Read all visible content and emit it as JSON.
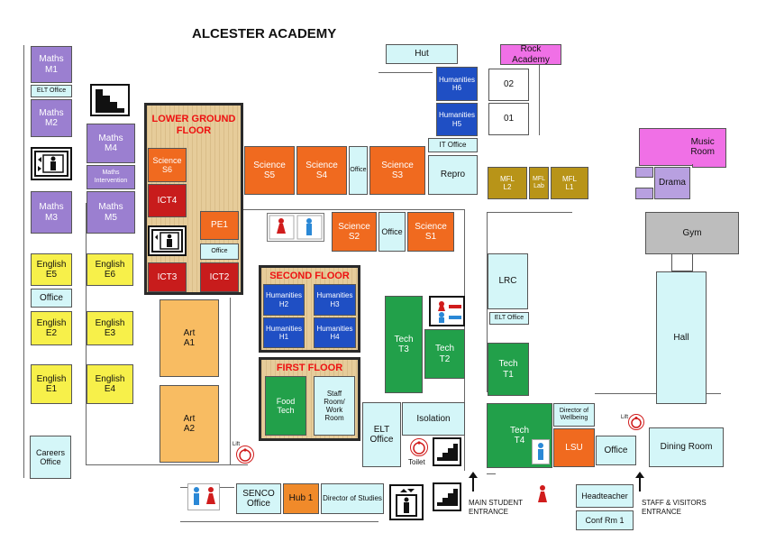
{
  "title": "ALCESTER ACADEMY",
  "zones": {
    "lower_ground": "LOWER GROUND\nFLOOR",
    "second_floor": "SECOND FLOOR",
    "first_floor": "FIRST FLOOR"
  },
  "rooms": {
    "maths_m1": "Maths\nM1",
    "elt_office_left": "ELT Office",
    "maths_m2": "Maths\nM2",
    "maths_m3": "Maths\nM3",
    "maths_m4": "Maths\nM4",
    "maths_intervention": "Maths\nIntervention",
    "maths_m5": "Maths\nM5",
    "english_e5": "English\nE5",
    "english_e6": "English\nE6",
    "office_left": "Office",
    "english_e2": "English\nE2",
    "english_e3": "English\nE3",
    "english_e1": "English\nE1",
    "english_e4": "English\nE4",
    "careers_office": "Careers\nOffice",
    "science_s6": "Science\nS6",
    "ict4": "ICT4",
    "pe1": "PE1",
    "office_lg": "Office",
    "ict3": "ICT3",
    "ict2": "ICT2",
    "art_a1": "Art\nA1",
    "art_a2": "Art\nA2",
    "science_s5": "Science\nS5",
    "science_s4": "Science\nS4",
    "office_s4": "Office",
    "science_s3": "Science\nS3",
    "science_s2": "Science\nS2",
    "office_s2": "Office",
    "science_s1": "Science\nS1",
    "humanities_h2": "Humanities\nH2",
    "humanities_h3": "Humanities\nH3",
    "humanities_h1": "Humanities\nH1",
    "humanities_h4": "Humanities\nH4",
    "food_tech": "Food\nTech",
    "staff_room": "Staff\nRoom/\nWork\nRoom",
    "hut": "Hut",
    "humanities_h6": "Humanities\nH6",
    "humanities_h5": "Humanities\nH5",
    "it_office": "IT Office",
    "repro": "Repro",
    "rock_academy": "Rock Academy",
    "room_02": "02",
    "room_01": "01",
    "music_room": "Music\nRoom",
    "mfl_l2": "MFL\nL2",
    "mfl_lab": "MFL\nLab",
    "mfl_l1": "MFL\nL1",
    "drama": "Drama",
    "gym": "Gym",
    "hall": "Hall",
    "lrc": "LRC",
    "elt_office_mid": "ELT Office",
    "tech_t3": "Tech\nT3",
    "tech_t2": "Tech\nT2",
    "tech_t1": "Tech\nT1",
    "tech_t4": "Tech\nT4",
    "director_wellbeing": "Director of\nWellbeing",
    "lsu": "LSU",
    "office_right": "Office",
    "dining_room": "Dining Room",
    "elt_office_center": "ELT\nOffice",
    "isolation": "Isolation",
    "senco_office": "SENCO\nOffice",
    "hub1": "Hub 1",
    "director_studies": "Director of Studies",
    "headteacher": "Headteacher",
    "conf_rm1": "Conf Rm 1"
  },
  "labels": {
    "lift": "Lift",
    "toilet": "Toilet",
    "main_entrance": "MAIN STUDENT\nENTRANCE",
    "staff_entrance": "STAFF & VISITORS\nENTRANCE"
  },
  "colors": {
    "maths": "#9b7fd0",
    "english": "#f7f04a",
    "science": "#f06a1f",
    "ict": "#c81c1c",
    "humanities": "#1f4fc4",
    "tech": "#22a04a",
    "art": "#f8bc62",
    "mfl": "#b89418",
    "office": "#d4f6f8",
    "floor_title": "#ee1111"
  },
  "icons": [
    "stairs-icon",
    "lift-icon",
    "toilets-icon",
    "wheelchair-icon",
    "entrance-arrow-icon"
  ]
}
